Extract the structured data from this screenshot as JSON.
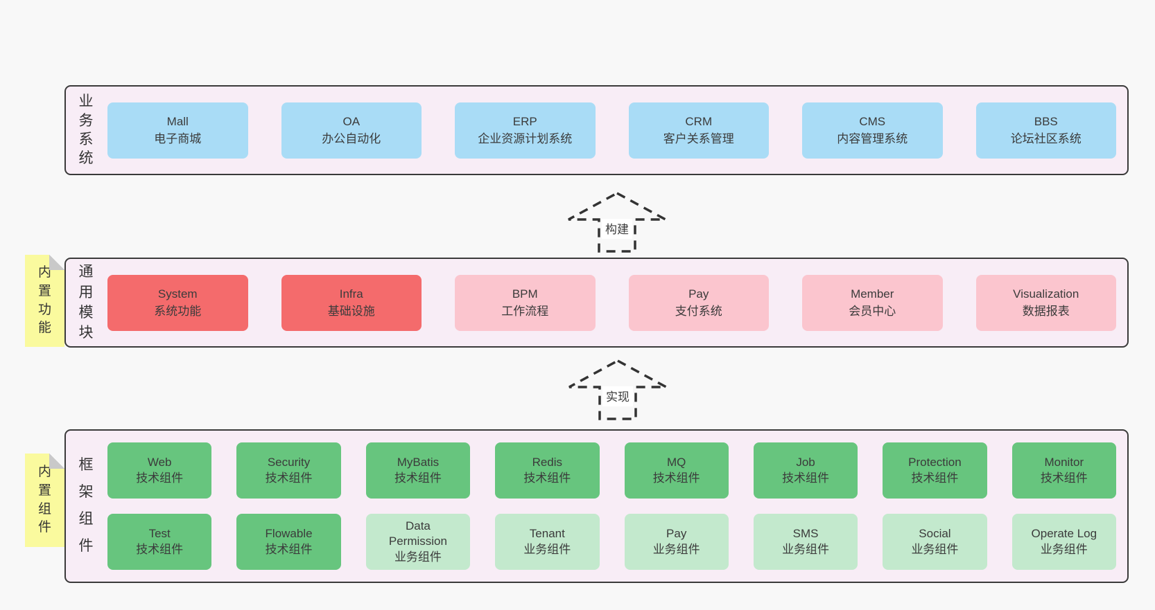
{
  "canvas": {
    "background": "#f8f8f8",
    "panel_fill": "#f8edf6",
    "panel_border": "#3a3a3a",
    "text_color": "#3b3b3b",
    "note_color": "#fafa9e",
    "arrow_stroke": "#333333"
  },
  "colors": {
    "blue": "#a9dcf6",
    "red": "#f46b6c",
    "pink": "#fbc5ce",
    "green": "#67c57e",
    "light_green": "#c3e9cd"
  },
  "sections": {
    "business": {
      "label": "业务系统",
      "boxes": [
        {
          "name": "Mall",
          "desc": "电子商城",
          "color": "#a9dcf6"
        },
        {
          "name": "OA",
          "desc": "办公自动化",
          "color": "#a9dcf6"
        },
        {
          "name": "ERP",
          "desc": "企业资源计划系统",
          "color": "#a9dcf6"
        },
        {
          "name": "CRM",
          "desc": "客户关系管理",
          "color": "#a9dcf6"
        },
        {
          "name": "CMS",
          "desc": "内容管理系统",
          "color": "#a9dcf6"
        },
        {
          "name": "BBS",
          "desc": "论坛社区系统",
          "color": "#a9dcf6"
        }
      ]
    },
    "modules": {
      "label": "通用模块",
      "note": "内置功能",
      "boxes": [
        {
          "name": "System",
          "desc": "系统功能",
          "color": "#f46b6c"
        },
        {
          "name": "Infra",
          "desc": "基础设施",
          "color": "#f46b6c"
        },
        {
          "name": "BPM",
          "desc": "工作流程",
          "color": "#fbc5ce"
        },
        {
          "name": "Pay",
          "desc": "支付系统",
          "color": "#fbc5ce"
        },
        {
          "name": "Member",
          "desc": "会员中心",
          "color": "#fbc5ce"
        },
        {
          "name": "Visualization",
          "desc": "数据报表",
          "color": "#fbc5ce"
        }
      ]
    },
    "framework": {
      "label": "框架组件",
      "note": "内置组件",
      "row1": [
        {
          "name": "Web",
          "desc": "技术组件",
          "color": "#67c57e"
        },
        {
          "name": "Security",
          "desc": "技术组件",
          "color": "#67c57e"
        },
        {
          "name": "MyBatis",
          "desc": "技术组件",
          "color": "#67c57e"
        },
        {
          "name": "Redis",
          "desc": "技术组件",
          "color": "#67c57e"
        },
        {
          "name": "MQ",
          "desc": "技术组件",
          "color": "#67c57e"
        },
        {
          "name": "Job",
          "desc": "技术组件",
          "color": "#67c57e"
        },
        {
          "name": "Protection",
          "desc": "技术组件",
          "color": "#67c57e"
        },
        {
          "name": "Monitor",
          "desc": "技术组件",
          "color": "#67c57e"
        }
      ],
      "row2": [
        {
          "name": "Test",
          "desc": "技术组件",
          "color": "#67c57e"
        },
        {
          "name": "Flowable",
          "desc": "技术组件",
          "color": "#67c57e"
        },
        {
          "name": "Data Permission",
          "desc": "业务组件",
          "color": "#c3e9cd"
        },
        {
          "name": "Tenant",
          "desc": "业务组件",
          "color": "#c3e9cd"
        },
        {
          "name": "Pay",
          "desc": "业务组件",
          "color": "#c3e9cd"
        },
        {
          "name": "SMS",
          "desc": "业务组件",
          "color": "#c3e9cd"
        },
        {
          "name": "Social",
          "desc": "业务组件",
          "color": "#c3e9cd"
        },
        {
          "name": "Operate Log",
          "desc": "业务组件",
          "color": "#c3e9cd"
        }
      ]
    }
  },
  "arrows": {
    "build": {
      "label": "构建"
    },
    "implement": {
      "label": "实现"
    }
  }
}
